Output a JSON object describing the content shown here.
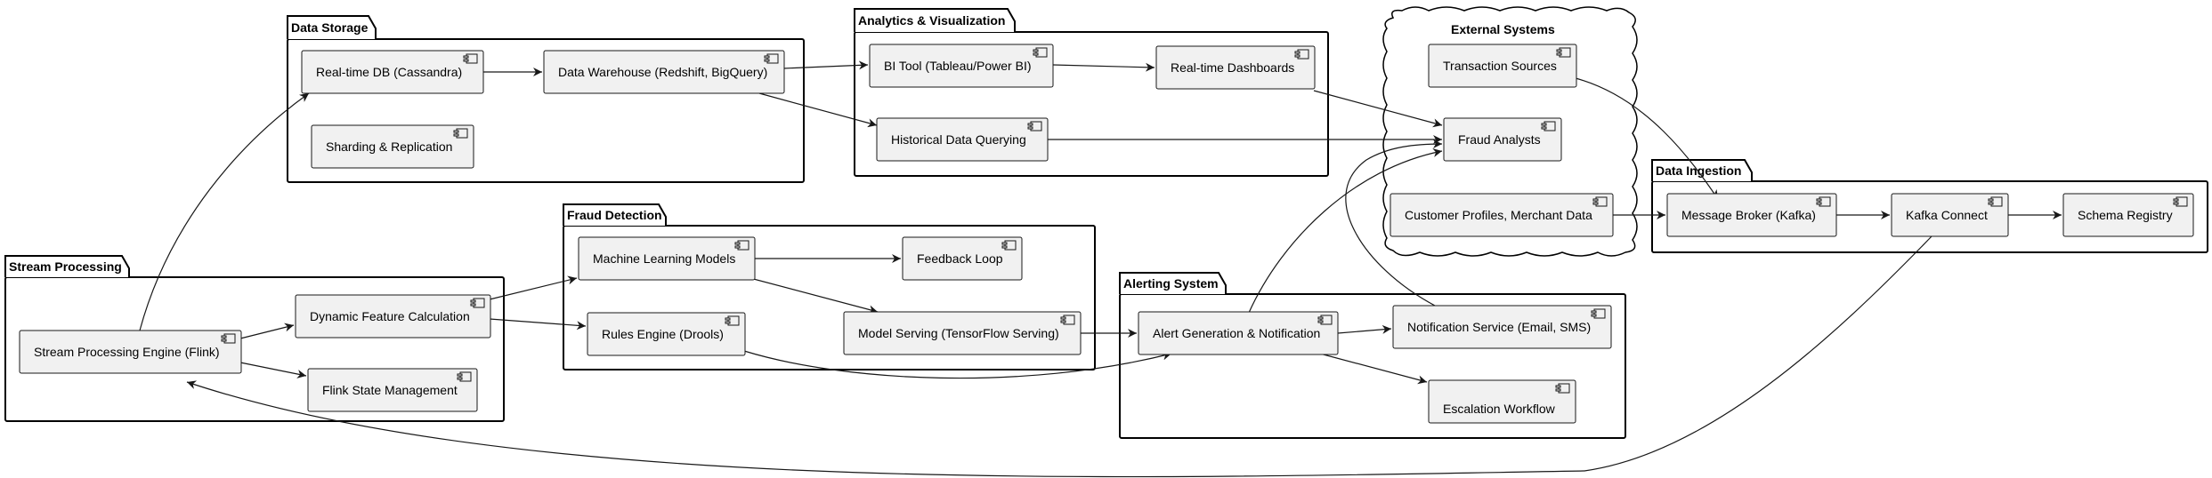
{
  "packages": {
    "data_storage": "Data Storage",
    "analytics": "Analytics & Visualization",
    "external": "External Systems",
    "data_ingestion": "Data Ingestion",
    "stream_processing": "Stream Processing",
    "fraud_detection": "Fraud Detection",
    "alerting": "Alerting System"
  },
  "components": {
    "realtime_db": "Real-time DB (Cassandra)",
    "data_warehouse": "Data Warehouse (Redshift, BigQuery)",
    "sharding": "Sharding & Replication",
    "bi_tool": "BI Tool (Tableau/Power BI)",
    "dashboards": "Real-time Dashboards",
    "historical": "Historical Data Querying",
    "transaction_sources": "Transaction Sources",
    "fraud_analysts": "Fraud Analysts",
    "customer_profiles": "Customer Profiles, Merchant Data",
    "message_broker": "Message Broker (Kafka)",
    "kafka_connect": "Kafka Connect",
    "schema_registry": "Schema Registry",
    "stream_engine": "Stream Processing Engine (Flink)",
    "dynamic_feature": "Dynamic Feature Calculation",
    "flink_state": "Flink State Management",
    "ml_models": "Machine Learning Models",
    "feedback_loop": "Feedback Loop",
    "rules_engine": "Rules Engine (Drools)",
    "model_serving": "Model Serving (TensorFlow Serving)",
    "alert_generation": "Alert Generation & Notification",
    "notification_service": "Notification Service (Email, SMS)",
    "escalation": "Escalation Workflow"
  }
}
